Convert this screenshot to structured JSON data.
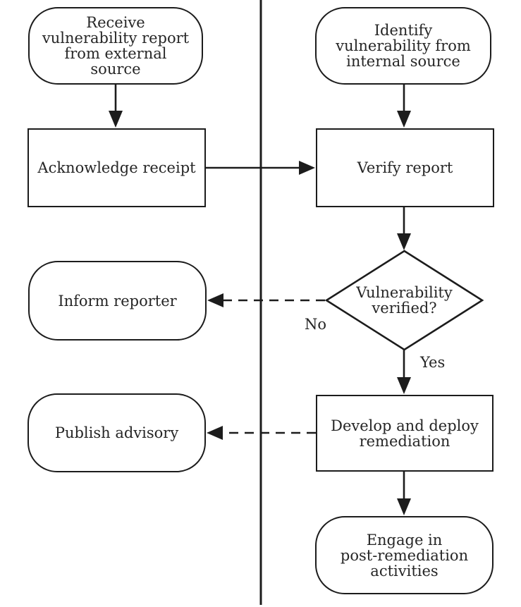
{
  "nodes": {
    "receive_external": {
      "shape": "terminator",
      "lines": [
        "Receive",
        "vulnerability report",
        "from external",
        "source"
      ]
    },
    "identify_internal": {
      "shape": "terminator",
      "lines": [
        "Identify",
        "vulnerability from",
        "internal source"
      ]
    },
    "acknowledge_receipt": {
      "shape": "process",
      "lines": [
        "Acknowledge receipt"
      ]
    },
    "verify_report": {
      "shape": "process",
      "lines": [
        "Verify report"
      ]
    },
    "vulnerability_verified": {
      "shape": "decision",
      "lines": [
        "Vulnerability",
        "verified?"
      ]
    },
    "inform_reporter": {
      "shape": "terminator",
      "lines": [
        "Inform reporter"
      ]
    },
    "publish_advisory": {
      "shape": "terminator",
      "lines": [
        "Publish advisory"
      ]
    },
    "develop_remediation": {
      "shape": "process",
      "lines": [
        "Develop and deploy",
        "remediation"
      ]
    },
    "post_remediation": {
      "shape": "terminator",
      "lines": [
        "Engage in",
        "post-remediation",
        "activities"
      ]
    }
  },
  "edge_labels": {
    "no": "No",
    "yes": "Yes"
  },
  "colors": {
    "stroke": "#1c1c1c",
    "text": "#262626",
    "background": "#ffffff"
  }
}
